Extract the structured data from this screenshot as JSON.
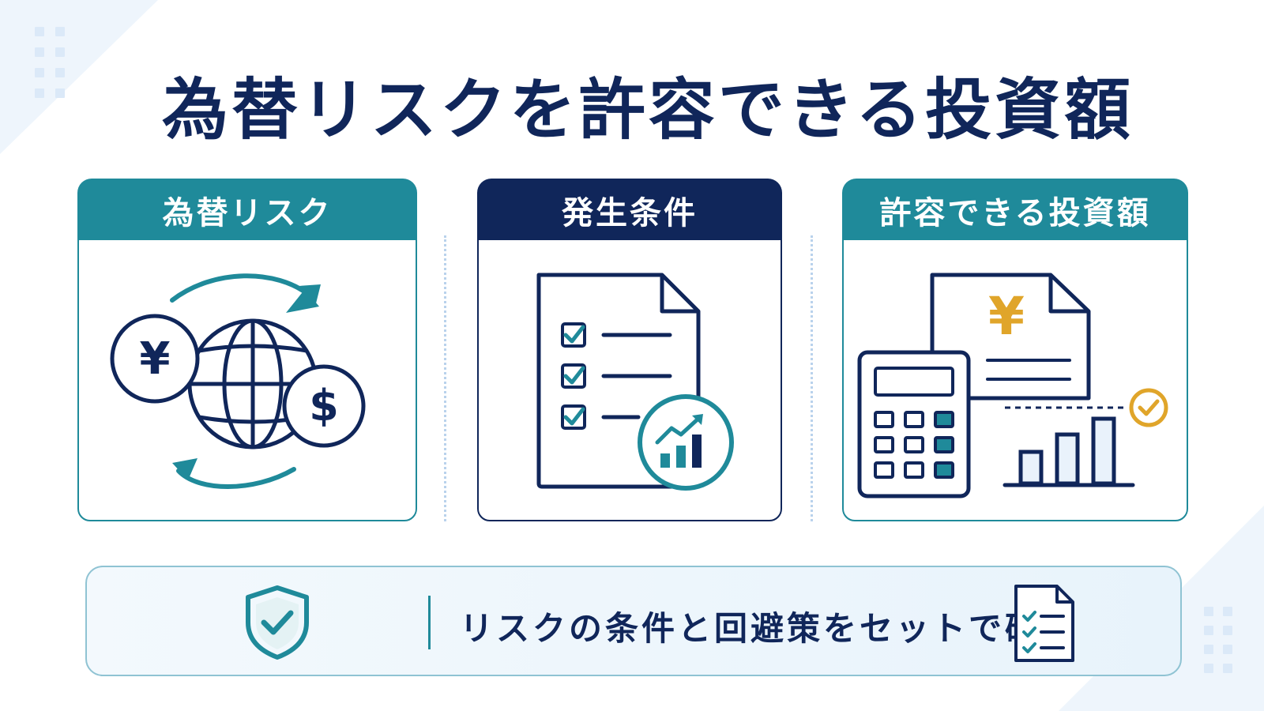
{
  "title": "為替リスクを許容できる投資額",
  "columns": [
    {
      "heading": "為替リスク",
      "icon": "currency-exchange-icon",
      "color": "#1f8a9a",
      "currency_left": "¥",
      "currency_right": "$"
    },
    {
      "heading": "発生条件",
      "icon": "checklist-document-icon",
      "color": "#10265a"
    },
    {
      "heading": "許容できる投資額",
      "icon": "calculator-budget-icon",
      "color": "#1f8a9a",
      "yen_symbol": "¥"
    }
  ],
  "banner": {
    "text": "リスクの条件と回避策をセットで確認",
    "left_icon": "shield-check-icon",
    "right_icon": "checklist-icon"
  },
  "colors": {
    "navy": "#10265a",
    "teal": "#1f8a9a",
    "gold": "#e0a52a",
    "light_blue": "#e9f2fb"
  }
}
